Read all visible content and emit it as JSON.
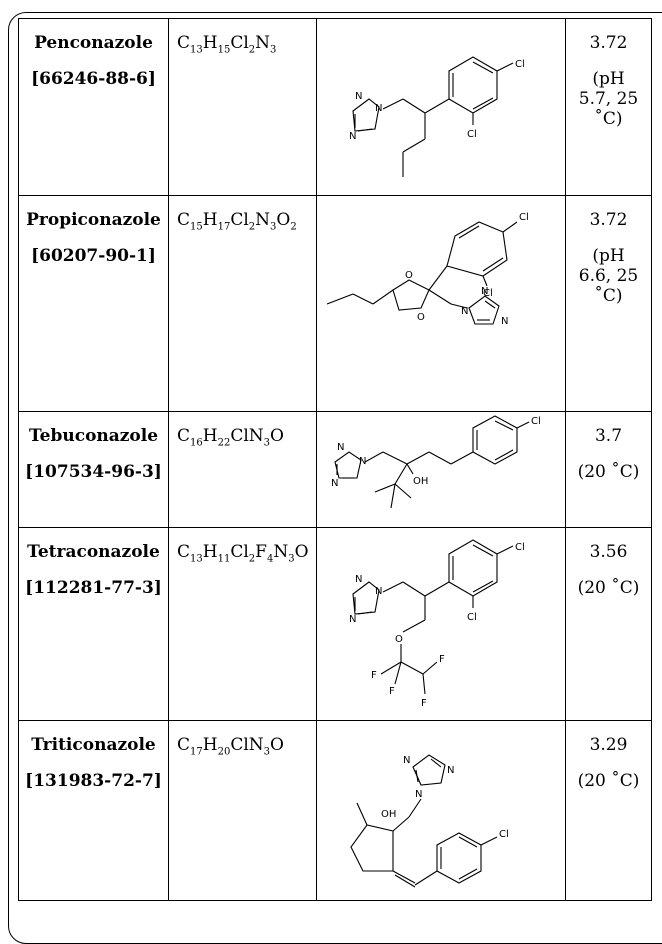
{
  "rows": [
    {
      "name": "Penconazole",
      "cas": "[66246-88-6]",
      "formula": [
        [
          "C",
          "13"
        ],
        [
          "H",
          "15"
        ],
        [
          "Cl",
          "2"
        ],
        [
          "N",
          "3"
        ]
      ],
      "value": "3.72",
      "condition": [
        "(pH",
        "5.7, 25",
        "˚C)"
      ],
      "atoms": [
        "N",
        "N",
        "N",
        "Cl",
        "Cl"
      ]
    },
    {
      "name": "Propiconazole",
      "cas": "[60207-90-1]",
      "formula": [
        [
          "C",
          "15"
        ],
        [
          "H",
          "17"
        ],
        [
          "Cl",
          "2"
        ],
        [
          "N",
          "3"
        ],
        [
          "O",
          "2"
        ]
      ],
      "value": "3.72",
      "condition": [
        "(pH",
        "6.6, 25",
        "˚C)"
      ],
      "atoms": [
        "O",
        "O",
        "N",
        "N",
        "N",
        "Cl",
        "Cl"
      ]
    },
    {
      "name": "Tebuconazole",
      "cas": "[107534-96-3]",
      "formula": [
        [
          "C",
          "16"
        ],
        [
          "H",
          "22"
        ],
        [
          "Cl",
          ""
        ],
        [
          "N",
          "3"
        ],
        [
          "O",
          ""
        ]
      ],
      "value": "3.7",
      "condition": [
        "(20 ˚C)"
      ],
      "atoms": [
        "N",
        "N",
        "N",
        "OH",
        "Cl"
      ]
    },
    {
      "name": "Tetraconazole",
      "cas": "[112281-77-3]",
      "formula": [
        [
          "C",
          "13"
        ],
        [
          "H",
          "11"
        ],
        [
          "Cl",
          "2"
        ],
        [
          "F",
          "4"
        ],
        [
          "N",
          "3"
        ],
        [
          "O",
          ""
        ]
      ],
      "value": "3.56",
      "condition": [
        "(20 ˚C)"
      ],
      "atoms": [
        "N",
        "N",
        "N",
        "O",
        "F",
        "F",
        "F",
        "F",
        "Cl",
        "Cl"
      ]
    },
    {
      "name": "Triticonazole",
      "cas": "[131983-72-7]",
      "formula": [
        [
          "C",
          "17"
        ],
        [
          "H",
          "20"
        ],
        [
          "Cl",
          ""
        ],
        [
          "N",
          "3"
        ],
        [
          "O",
          ""
        ]
      ],
      "value": "3.29",
      "condition": [
        "(20 ˚C)"
      ],
      "atoms": [
        "N",
        "N",
        "N",
        "OH",
        "Cl"
      ]
    }
  ]
}
